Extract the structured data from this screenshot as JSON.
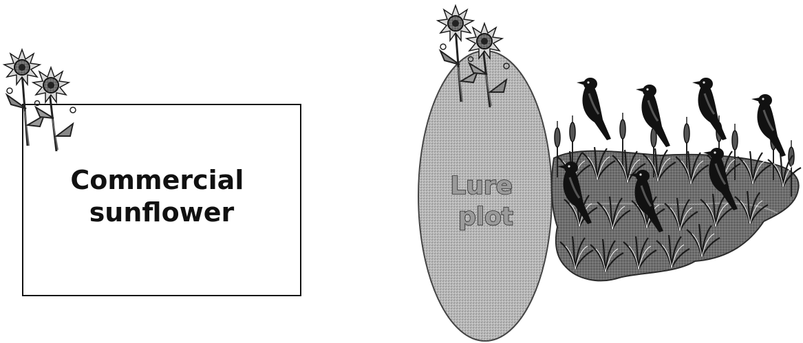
{
  "figure": {
    "commercial_box_label": [
      "Commercial",
      "sunflower"
    ],
    "lure_plot_label": [
      "Lure",
      "plot"
    ],
    "icons": [
      "sunflower-icon",
      "blackbird-icon",
      "cattail-marsh-icon"
    ],
    "colors": {
      "box_border": "#111111",
      "lure_plot_fill": "#b5b5b5",
      "marsh_fill": "#707070",
      "bird": "#111111"
    }
  }
}
